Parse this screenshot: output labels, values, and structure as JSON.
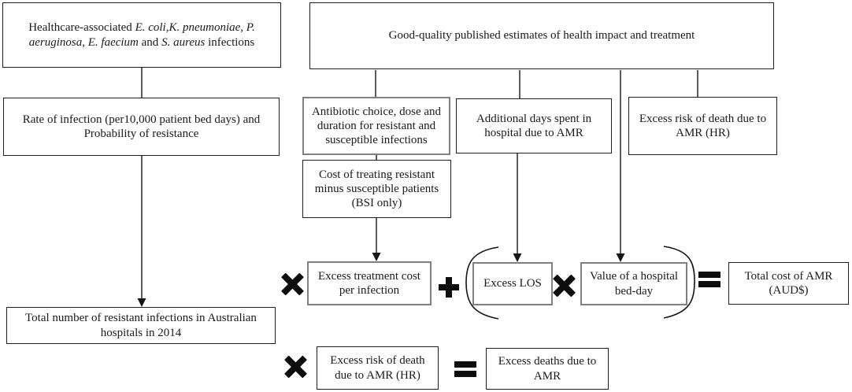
{
  "colors": {
    "background": "#ffffff",
    "ink": "#1a1a1a",
    "box_border_dark": "#1f1f1f",
    "box_border_gray": "#808080",
    "operator": "#0d0d0d"
  },
  "boxes": {
    "healthcare": {
      "segments": [
        {
          "t": "Healthcare-associated ",
          "i": false
        },
        {
          "t": "E. coli,K. pneumoniae, P.\naeruginosa, E. faecium",
          "i": true
        },
        {
          "t": " and ",
          "i": false
        },
        {
          "t": "S. aureus",
          "i": true
        },
        {
          "t": " infections",
          "i": false
        }
      ]
    },
    "good_quality": {
      "text": "Good-quality published estimates of health impact and treatment"
    },
    "rate": {
      "text": "Rate of infection (per10,000 patient bed days) and\nProbability of resistance"
    },
    "antibiotic": {
      "text": "Antibiotic choice, dose and\nduration for resistant and\nsusceptible infections"
    },
    "additional_days": {
      "text": "Additional days spent in\nhospital due to AMR"
    },
    "excess_risk_top": {
      "text": "Excess risk of death due to\nAMR (HR)"
    },
    "cost_treating": {
      "text": "Cost of treating resistant\nminus susceptible patients\n(BSI only)"
    },
    "excess_treatment": {
      "text": "Excess treatment cost\nper infection"
    },
    "excess_los": {
      "text": "Excess LOS"
    },
    "value_bed_day": {
      "text": "Value of a hospital\nbed-day"
    },
    "total_cost": {
      "text": "Total cost of AMR\n(AUD$)"
    },
    "total_number": {
      "text": "Total number of resistant infections in Australian\nhospitals in 2014"
    },
    "excess_risk_bottom": {
      "text": "Excess risk of death\ndue to AMR (HR)"
    },
    "excess_deaths": {
      "text": "Excess deaths due to\nAMR"
    }
  },
  "operators": {
    "multiply_treatment": "multiply",
    "plus": "plus",
    "multiply_bed_day": "multiply",
    "equals_total_cost": "equals",
    "multiply_risk": "multiply",
    "equals_excess_deaths": "equals"
  }
}
